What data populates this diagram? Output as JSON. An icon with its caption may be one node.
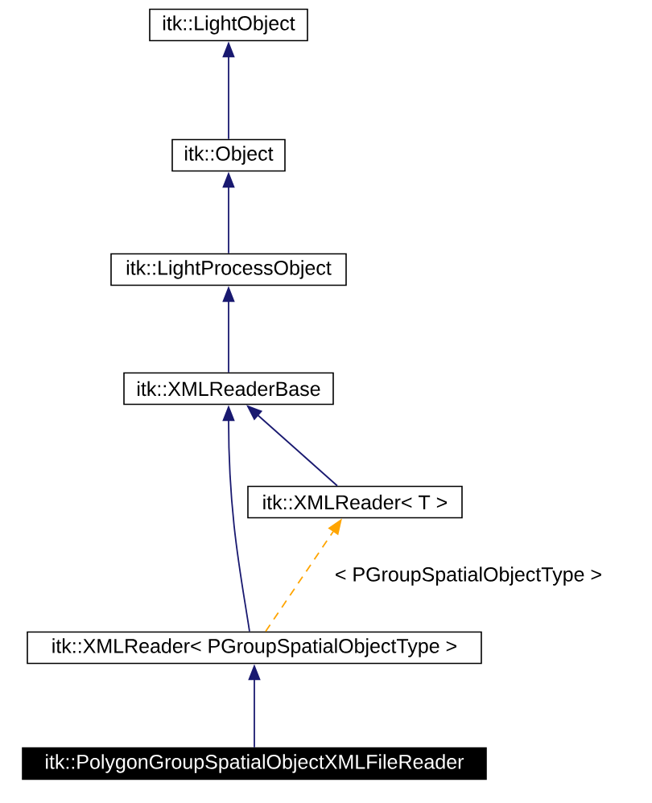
{
  "diagram": {
    "nodes": [
      {
        "text": [
          "itk::LightObject"
        ]
      },
      {
        "text": [
          "itk::Object"
        ]
      },
      {
        "text": [
          "itk::LightProcessObject"
        ]
      },
      {
        "text": [
          "itk::XMLReaderBase"
        ]
      },
      {
        "text": [
          "itk::XMLReader< T >"
        ]
      },
      {
        "text": [
          "itk::XMLReader< PGroupSpatialObjectType >"
        ]
      },
      {
        "text": [
          "itk::PolygonGroupSpatialObjectXMLFileReader"
        ]
      }
    ],
    "edges": [
      {
        "from": 1,
        "to": 0,
        "arrow": "to"
      },
      {
        "from": 2,
        "to": 1,
        "arrow": "to"
      },
      {
        "from": 3,
        "to": 2,
        "arrow": "to"
      },
      {
        "from": 4,
        "to": 3,
        "arrow": "to"
      },
      {
        "from": 5,
        "to": 3,
        "arrow": "to"
      },
      {
        "from": 5,
        "to": 4,
        "arrow": "to",
        "label": "< PGroupSpatialObjectType >",
        "style": "dashed",
        "color": "#ffa500"
      },
      {
        "from": 6,
        "to": 5,
        "arrow": "to"
      }
    ]
  }
}
